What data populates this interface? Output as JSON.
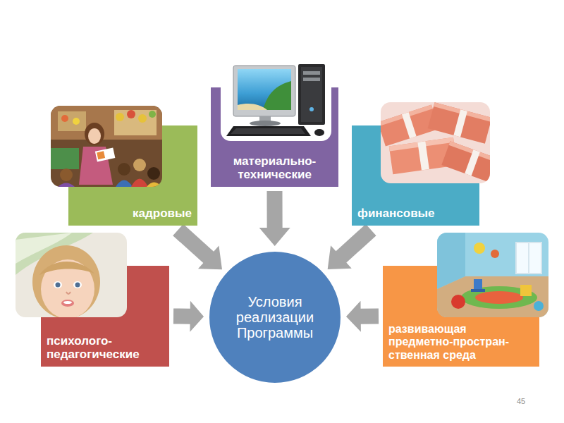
{
  "diagram": {
    "nodes": [
      {
        "text": [
          "материально- технические"
        ]
      },
      {
        "text": [
          "кадровые"
        ]
      },
      {
        "text": [
          "финансовые"
        ]
      },
      {
        "text": [
          "психолого- педагогические"
        ]
      },
      {
        "text": [
          "Условия реализации Программы"
        ]
      },
      {
        "text": [
          "развивающая предметно-простран- ственная среда"
        ]
      }
    ],
    "edges": [
      {
        "from": 0,
        "to": 4,
        "arrow": "to"
      },
      {
        "from": 1,
        "to": 4,
        "arrow": "to"
      },
      {
        "from": 2,
        "to": 4,
        "arrow": "to"
      },
      {
        "from": 3,
        "to": 4,
        "arrow": "to"
      },
      {
        "from": 5,
        "to": 4,
        "arrow": "to"
      }
    ],
    "labels": [
      "45"
    ]
  }
}
